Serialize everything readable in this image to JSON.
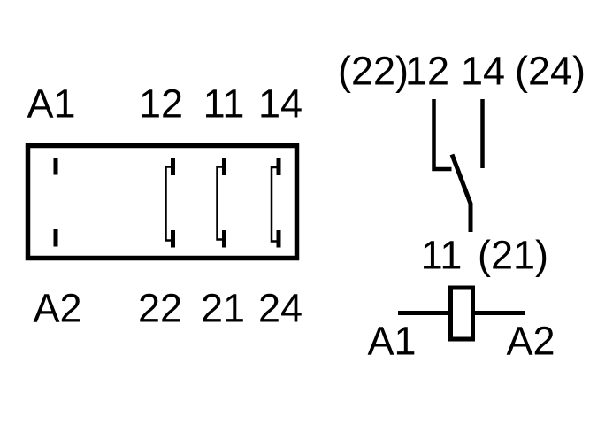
{
  "colors": {
    "ink": "#000000",
    "background": "#ffffff"
  },
  "pinout_view": {
    "description": "relay base pin layout box",
    "top_labels": [
      "A1",
      "12",
      "11",
      "14"
    ],
    "bottom_labels": [
      "A2",
      "22",
      "21",
      "24"
    ]
  },
  "schematic_view": {
    "description": "relay schematic with changeover contact and coil",
    "contact_top_labels": [
      "(22)",
      "12",
      "14",
      "(24)"
    ],
    "common_terminal_labels": [
      "11",
      "(21)"
    ],
    "coil_labels": [
      "A1",
      "A2"
    ]
  }
}
